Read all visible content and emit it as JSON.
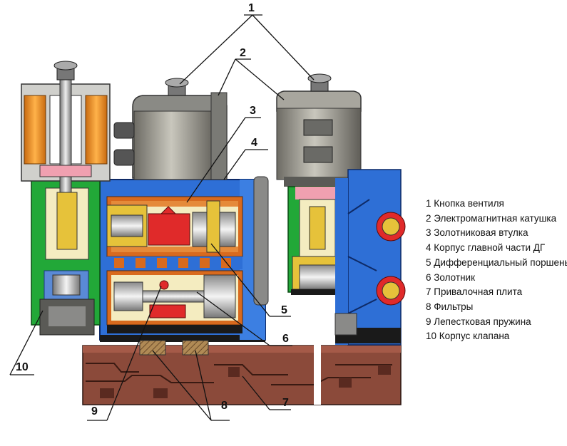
{
  "legend": [
    {
      "num": "1",
      "label": "Кнопка вентиля"
    },
    {
      "num": "2",
      "label": "Электромагнитная катушка"
    },
    {
      "num": "3",
      "label": "Золотниковая втулка"
    },
    {
      "num": "4",
      "label": "Корпус главной части ДГ"
    },
    {
      "num": "5",
      "label": "Дифференциальный поршень"
    },
    {
      "num": "6",
      "label": "Золотник"
    },
    {
      "num": "7",
      "label": "Привалочная плита"
    },
    {
      "num": "8",
      "label": "Фильтры"
    },
    {
      "num": "9",
      "label": "Лепестковая пружина"
    },
    {
      "num": "10",
      "label": "Корпус клапана"
    }
  ],
  "callouts": [
    "1",
    "2",
    "3",
    "4",
    "5",
    "6",
    "7",
    "8",
    "9",
    "10"
  ],
  "colors": {
    "housing_blue": "#2e6fd6",
    "valve_green": "#22a838",
    "mounting_plate": "#8b4a3a",
    "coil_gray": "#8a8a85",
    "spool_yellow": "#e6c23a",
    "spool_red": "#e02a2a",
    "coil_orange": "#f08a1e",
    "pink": "#f0a0b0"
  }
}
